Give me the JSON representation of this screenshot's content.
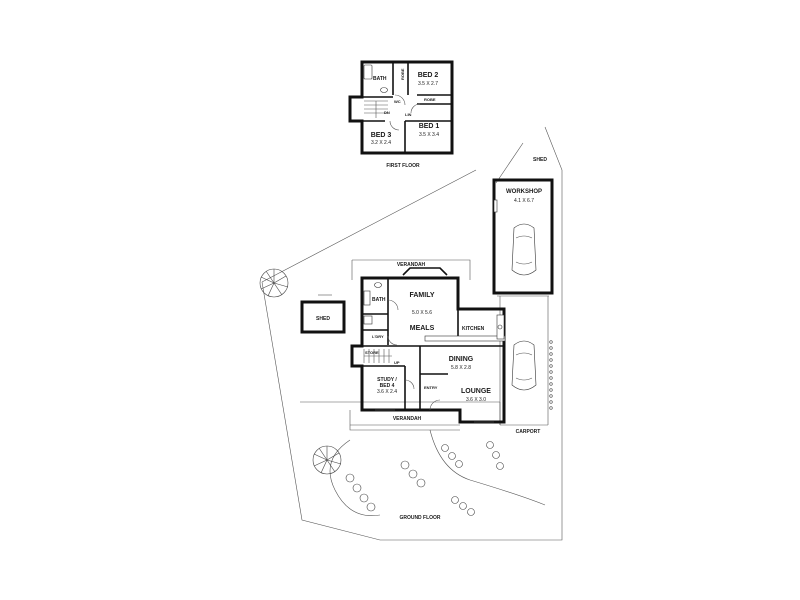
{
  "first_floor": {
    "caption": "FIRST FLOOR",
    "rooms": {
      "bath": "BATH",
      "bed2": {
        "name": "BED 2",
        "dims": "3.5 X 2.7"
      },
      "bed1": {
        "name": "BED 1",
        "dims": "3.5 X 3.4"
      },
      "bed3": {
        "name": "BED 3",
        "dims": "3.2 X 2.4"
      },
      "robe_v": "ROBE",
      "robe_h": "ROBE",
      "dn": "DN",
      "lin": "LIN",
      "wc": "WC"
    }
  },
  "outbuildings": {
    "shed_top": "SHED",
    "workshop": {
      "name": "WORKSHOP",
      "dims": "4.1 X 6.7"
    },
    "shed_left": "SHED",
    "carport": "CARPORT"
  },
  "ground_floor": {
    "caption": "GROUND FLOOR",
    "rooms": {
      "verandah_top": "VERANDAH",
      "family": {
        "name": "FAMILY",
        "dims": "5.0 X 5.6"
      },
      "meals": "MEALS",
      "bath": "BATH",
      "ldry": "L'DRY",
      "kitchen": "KITCHEN",
      "store": "STORE",
      "dining": {
        "name": "DINING",
        "dims": "5.8 X 2.8"
      },
      "study": {
        "name": "STUDY /",
        "name2": "BED 4",
        "dims": "3.6 X 2.4"
      },
      "entry": "ENTRY",
      "lounge": {
        "name": "LOUNGE",
        "dims": "3.6 X 3.0"
      },
      "verandah_bottom": "VERANDAH",
      "up": "UP"
    }
  }
}
